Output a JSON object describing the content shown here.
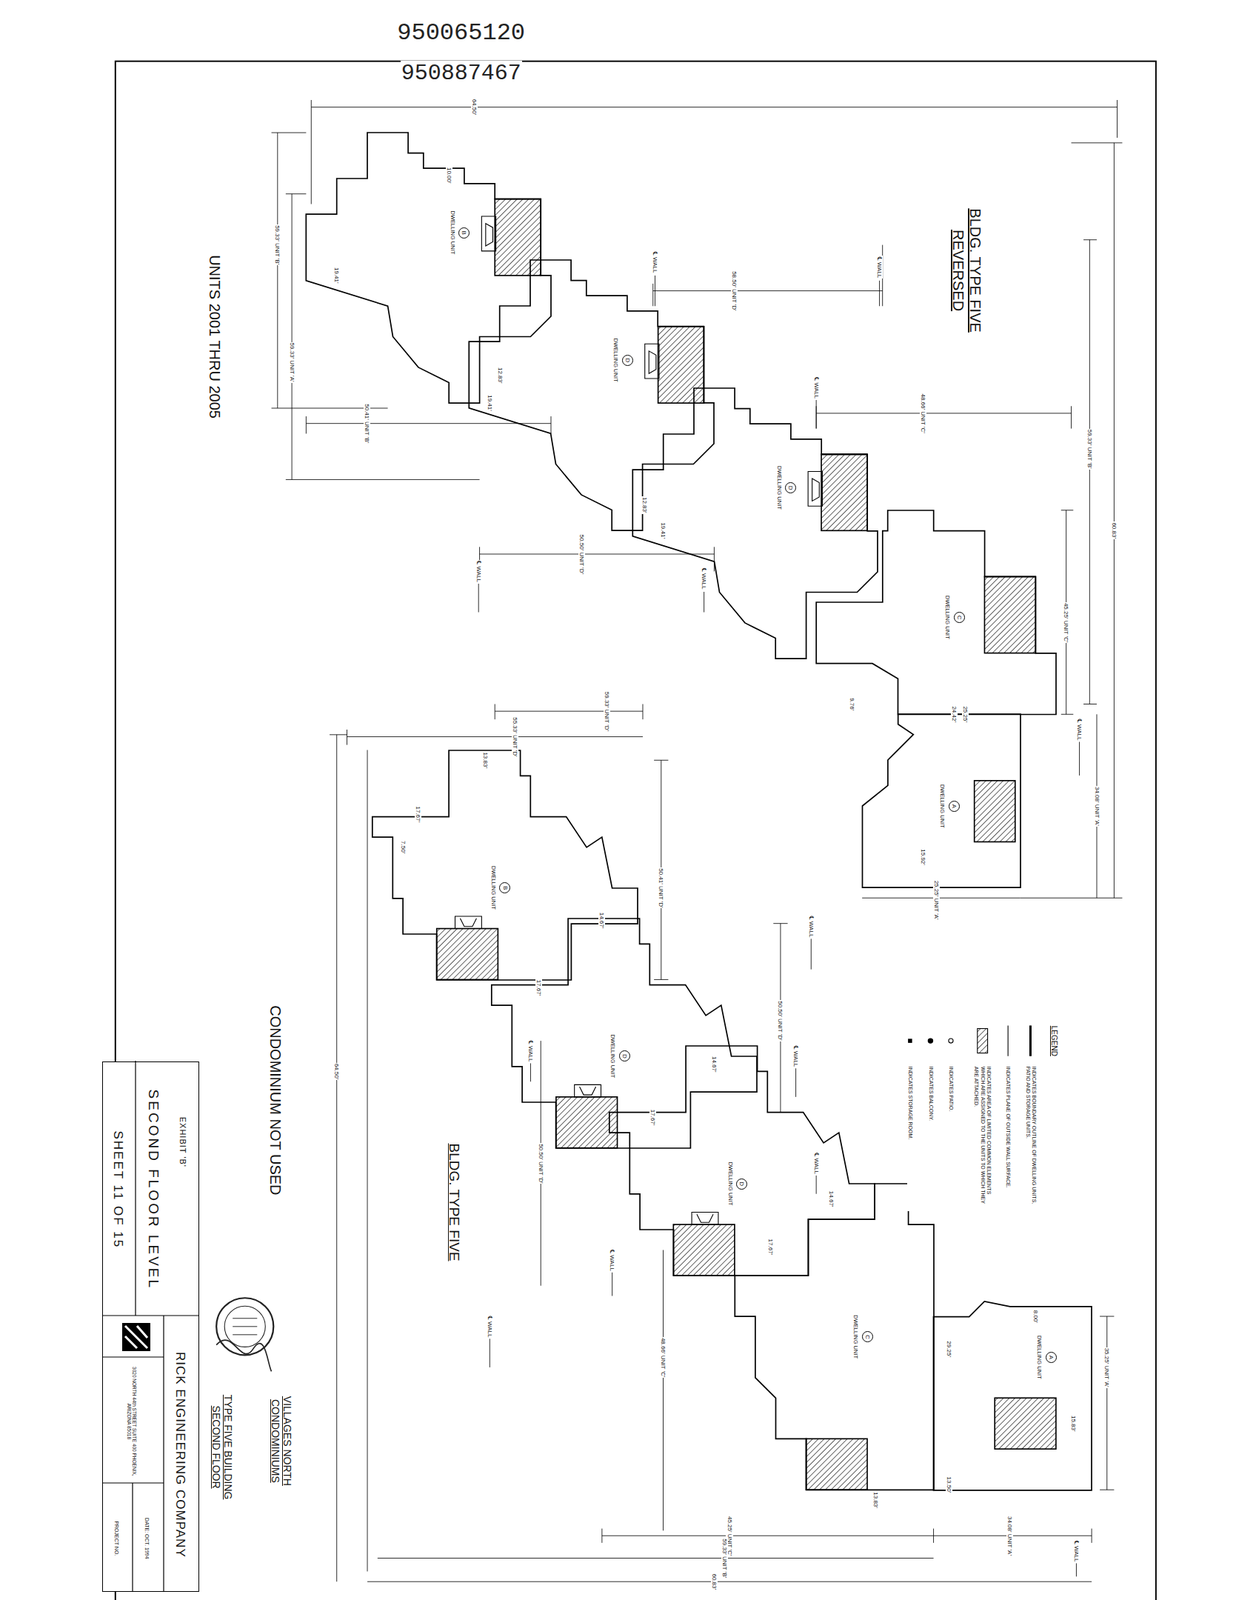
{
  "diagram": {
    "title": "VILLAGES NORTH CONDOMINIUMS",
    "nodes": [
      {
        "text": [
          "DWELLING UNIT"
        ]
      },
      {
        "text": [
          "B"
        ],
        "in": 0
      },
      {
        "text": [
          "DWELLING UNIT"
        ]
      },
      {
        "text": [
          "D"
        ],
        "in": 2
      },
      {
        "text": [
          "DWELLING UNIT"
        ]
      },
      {
        "text": [
          "D"
        ],
        "in": 4
      },
      {
        "text": [
          "DWELLING UNIT"
        ]
      },
      {
        "text": [
          "C"
        ],
        "in": 6
      },
      {
        "text": [
          "DWELLING UNIT"
        ]
      },
      {
        "text": [
          "A"
        ],
        "in": 8
      },
      {
        "text": [
          "DWELLING UNIT"
        ]
      },
      {
        "text": [
          "B"
        ],
        "in": 10
      },
      {
        "text": [
          "DWELLING UNIT"
        ]
      },
      {
        "text": [
          "D"
        ],
        "in": 12
      },
      {
        "text": [
          "DWELLING UNIT"
        ]
      },
      {
        "text": [
          "D"
        ],
        "in": 14
      },
      {
        "text": [
          "DWELLING UNIT"
        ]
      },
      {
        "text": [
          "C"
        ],
        "in": 16
      },
      {
        "text": [
          "DWELLING UNIT"
        ]
      },
      {
        "text": [
          "A"
        ],
        "in": 18
      },
      {
        "text": [
          "EXHIBIT 'B'",
          "SECOND FLOOR LEVEL",
          "SHEET 11 OF 15",
          "RICK ENGINEERING COMPANY",
          "3020 NORTH 44th STREET SUITE 400 PHOENIX, ARIZONA 85018",
          "DATE: OCT. 1994",
          "PROJECT NO."
        ]
      }
    ],
    "labels": [
      "950065120",
      "950887467",
      "BLDG. TYPE FIVE REVERSED",
      "UNITS 2001 THRU 2005",
      "CONDOMINIUM NOT USED",
      "BLDG. TYPE FIVE",
      "TYPE FIVE BUILDING SECOND FLOOR",
      "LEGEND",
      "64.50'",
      "59.33' UNIT 'B'",
      "59.33' UNIT 'A'",
      "50.41' UNIT 'B'",
      "58.50' UNIT 'D'",
      "48.66' UNIT 'C'",
      "50.50' UNIT 'D'",
      "59.33' UNIT 'B'",
      "60.83'",
      "45.25' UNIT 'C'",
      "34.08' UNIT 'A'",
      "25.25' UNIT 'A'",
      "℄ WALL",
      "℄ WALL",
      "℄ WALL",
      "℄ WALL",
      "℄ WALL",
      "℄ WALL",
      "10.00'",
      "19.41'",
      "19.41'",
      "12.83'",
      "19.41'",
      "12.83'",
      "9.76'",
      "15.92'",
      "25.25'",
      "24.42'",
      "59.33' UNIT 'D'",
      "55.33' UNIT 'D'",
      "64.50'",
      "50.41' UNIT 'D'",
      "50.50' UNIT 'D'",
      "50.50' UNIT 'D'",
      "48.66' UNIT 'C'",
      "45.25' UNIT 'C'",
      "34.08' UNIT 'A'",
      "59.33' UNIT 'B'",
      "60.83'",
      "35.25' UNIT 'A'",
      "℄ WALL",
      "℄ WALL",
      "℄ WALL",
      "℄ WALL",
      "℄ WALL",
      "℄ WALL",
      "℄ WALL",
      "17.67'",
      "13.83'",
      "7.50'",
      "14.67'",
      "17.67'",
      "14.67'",
      "17.67'",
      "14.67'",
      "17.67'",
      "13.83'",
      "13.50'",
      "15.83'",
      "29.25'",
      "8.00'"
    ],
    "legend": [
      {
        "text": "INDICATES BOUNDARY OUTLINE OF DWELLING UNITS, PATIO AND STORAGE UNITS."
      },
      {
        "text": "INDICATES PLANE OF OUTSIDE WALL SURFACE."
      },
      {
        "text": "INDICATES AREA OF LIMITED COMMON ELEMENTS WHICH ARE ASSIGNED TO THE UNITS TO WHICH THEY ARE ATTACHED."
      },
      {
        "text": "INDICATES PATIO."
      },
      {
        "text": "INDICATES BALCONY."
      },
      {
        "text": "INDICATES STORAGE ROOM."
      }
    ]
  }
}
